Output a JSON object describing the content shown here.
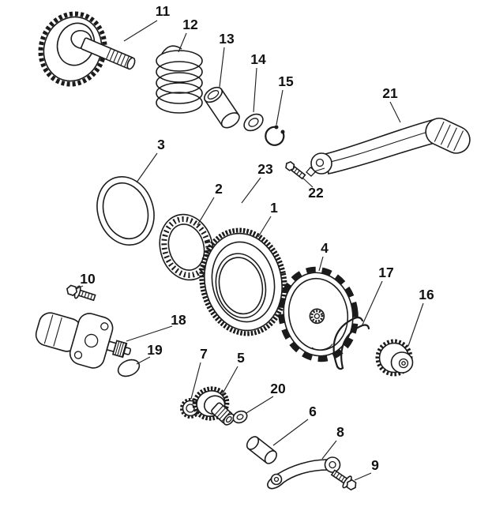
{
  "diagram": {
    "background_color": "#ffffff",
    "line_color": "#1b1b1b",
    "part_labels": {
      "p1": "1",
      "p2": "2",
      "p3": "3",
      "p4": "4",
      "p5": "5",
      "p6": "6",
      "p7": "7",
      "p8": "8",
      "p9": "9",
      "p10": "10",
      "p11": "11",
      "p12": "12",
      "p13": "13",
      "p14": "14",
      "p15": "15",
      "p16": "16",
      "p17": "17",
      "p18": "18",
      "p19": "19",
      "p20": "20",
      "p21": "21",
      "p22": "22",
      "p23": "23"
    }
  }
}
